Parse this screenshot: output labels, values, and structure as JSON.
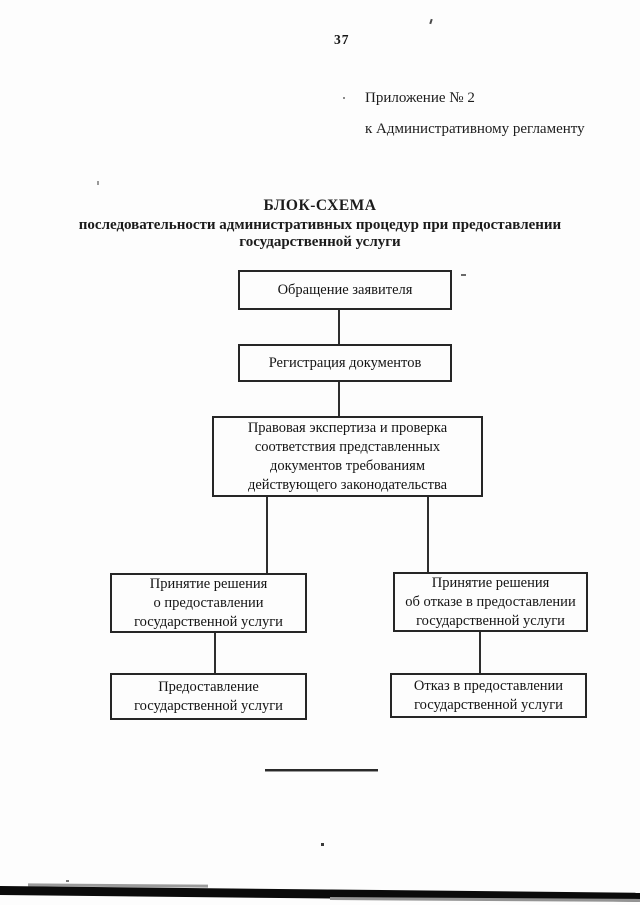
{
  "page": {
    "page_number": "37",
    "appendix_line1": "Приложение № 2",
    "appendix_line2": "к Административному регламенту",
    "title_line1": "БЛОК-СХЕМА",
    "title_line2": "последовательности административных процедур при предоставлении",
    "title_line3": "государственной услуги"
  },
  "flowchart": {
    "boxes": [
      {
        "id": "obrashchenie-zayavitelya",
        "lines": [
          "Обращение заявителя"
        ]
      },
      {
        "id": "registratsiya-dokumentov",
        "lines": [
          "Регистрация документов"
        ]
      },
      {
        "id": "pravovaya-ekspertiza",
        "lines": [
          "Правовая экспертиза и проверка",
          "соответствия представленных",
          "документов требованиям",
          "действующего законодательства"
        ]
      },
      {
        "id": "prinyatie-resheniya-o-predostavlenii",
        "lines": [
          "Принятие решения",
          "о предоставлении",
          "государственной услуги"
        ]
      },
      {
        "id": "prinyatie-resheniya-ob-otkaze",
        "lines": [
          "Принятие решения",
          "об отказе в предоставлении",
          "государственной услуги"
        ]
      },
      {
        "id": "predostavlenie-uslugi",
        "lines": [
          "Предоставление",
          "государственной услуги"
        ]
      },
      {
        "id": "otkaz-v-predostavlenii",
        "lines": [
          "Отказ в предоставлении",
          "государственной услуги"
        ]
      }
    ]
  },
  "colors": {
    "ink": "#1b1b1b",
    "paper": "#fdfdfd",
    "box_border": "#262626"
  }
}
